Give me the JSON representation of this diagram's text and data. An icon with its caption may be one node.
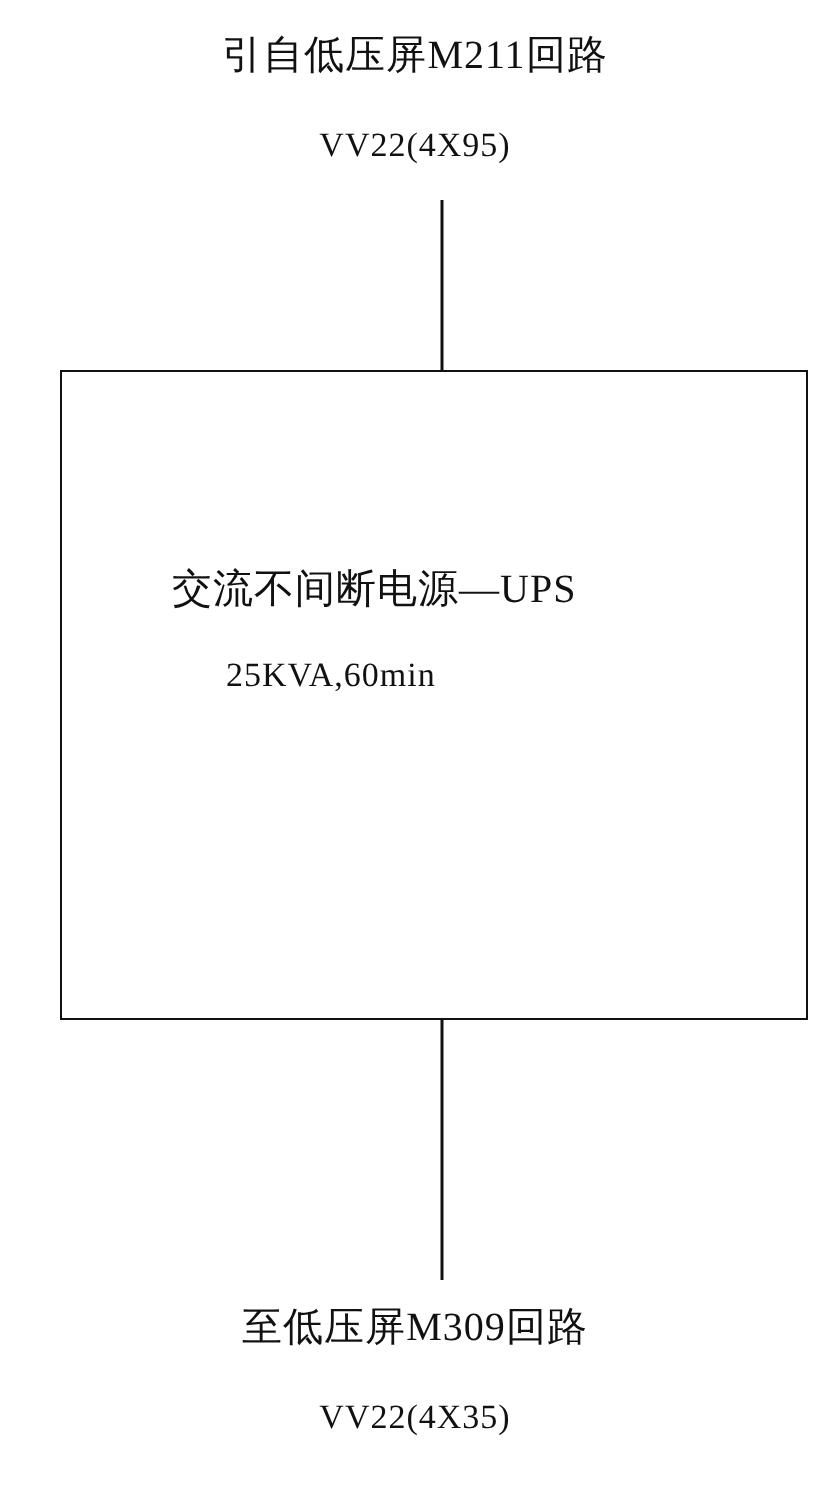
{
  "diagram": {
    "nodes": [
      {
        "text": [
          "引自低压屏M211回路",
          "VV22(4X95)"
        ]
      },
      {
        "text": [
          "交流不间断电源—UPS",
          "25KVA,60min"
        ]
      },
      {
        "text": [
          "至低压屏M309回路",
          "VV22(4X35)"
        ]
      }
    ],
    "edges": [
      {
        "from": 0,
        "to": 1,
        "arrow": "none"
      },
      {
        "from": 1,
        "to": 2,
        "arrow": "none"
      }
    ]
  }
}
